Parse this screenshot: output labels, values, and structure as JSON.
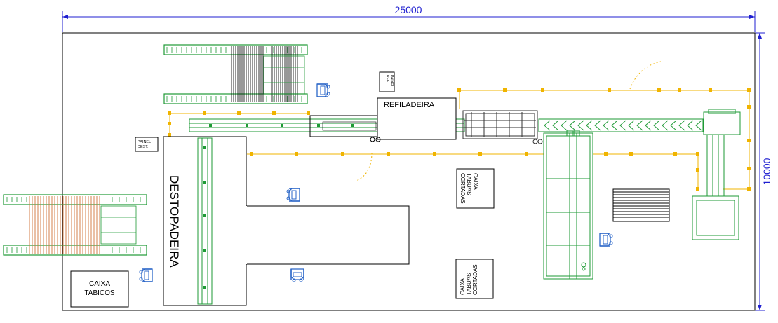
{
  "dimensions": {
    "width": "25000",
    "height": "10000"
  },
  "labels": {
    "refiladeira": "REFILADEIRA",
    "destopadeira": "DESTOPADEIRA",
    "panel_dest_line1": "PAINEL",
    "panel_dest_line2": "DEST.",
    "panel_ref_line1": "PAINEL",
    "panel_ref_line2": "REF.",
    "caixa_tabicos_line1": "CAIXA",
    "caixa_tabicos_line2": "TABICOS",
    "caixa_tabuas_1_line1": "CAIXA",
    "caixa_tabuas_1_line2": "TABUAS",
    "caixa_tabuas_1_line3": "CORTADAS",
    "caixa_tabuas_2_line1": "CAIXA",
    "caixa_tabuas_2_line2": "TABUAS",
    "caixa_tabuas_2_line3": "CORTADAS"
  },
  "colors": {
    "conveyor": "#1e9a35",
    "guard": "#f0b400",
    "dimension": "#1f1fd0",
    "outline": "#000000",
    "roller_orange": "#d0743a",
    "operator": "#2a66c8"
  },
  "icons": {
    "operator": "operator-chair-icon"
  }
}
